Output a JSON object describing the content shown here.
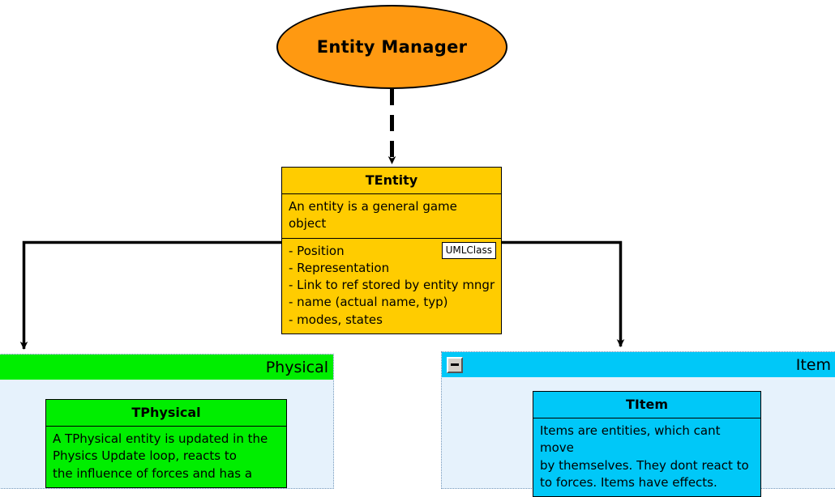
{
  "diagram": {
    "type": "uml-class-diagram",
    "background": "#FFFFFF"
  },
  "root_node": {
    "name": "entity-manager",
    "label": "Entity Manager",
    "shape": "ellipse",
    "fill": "#FF9911",
    "stroke": "#000000"
  },
  "entity_class": {
    "name": "TEntity",
    "title": "TEntity",
    "description": "An entity is a general game object",
    "stereotype": "UMLClass",
    "fill": "#FFCC00",
    "attributes": [
      "- Position",
      "- Representation",
      "- Link to ref stored by entity mngr",
      "- name (actual name, typ)",
      "- modes, states"
    ]
  },
  "packages": [
    {
      "name": "physical-package",
      "title": "Physical",
      "header_fill": "#00EE00",
      "body_fill": "#E6F2FC",
      "collapsible": false,
      "classes": [
        {
          "name": "TPhysical",
          "title": "TPhysical",
          "fill": "#00EE00",
          "description_lines": [
            "A TPhysical entity is updated in the",
            "Physics Update loop, reacts to",
            "the influence of forces and has a"
          ]
        }
      ]
    },
    {
      "name": "item-package",
      "title": "Item",
      "header_fill": "#00C8F8",
      "body_fill": "#E6F2FC",
      "collapsible": true,
      "collapse_icon": "minus-icon",
      "classes": [
        {
          "name": "TItem",
          "title": "TItem",
          "fill": "#00C8F8",
          "description_lines": [
            "Items are entities, which cant move",
            "by themselves. They dont react to",
            "to forces. Items have effects."
          ]
        }
      ]
    }
  ],
  "connectors": [
    {
      "name": "entity-manager-to-tentity",
      "style": "dashed",
      "arrow": "filled",
      "from": "entity-manager",
      "to": "TEntity"
    },
    {
      "name": "tentity-to-physical-package",
      "style": "solid",
      "arrow": "filled",
      "from": "TEntity",
      "to": "physical-package"
    },
    {
      "name": "tentity-to-item-package",
      "style": "solid",
      "arrow": "filled",
      "from": "TEntity",
      "to": "item-package"
    }
  ]
}
